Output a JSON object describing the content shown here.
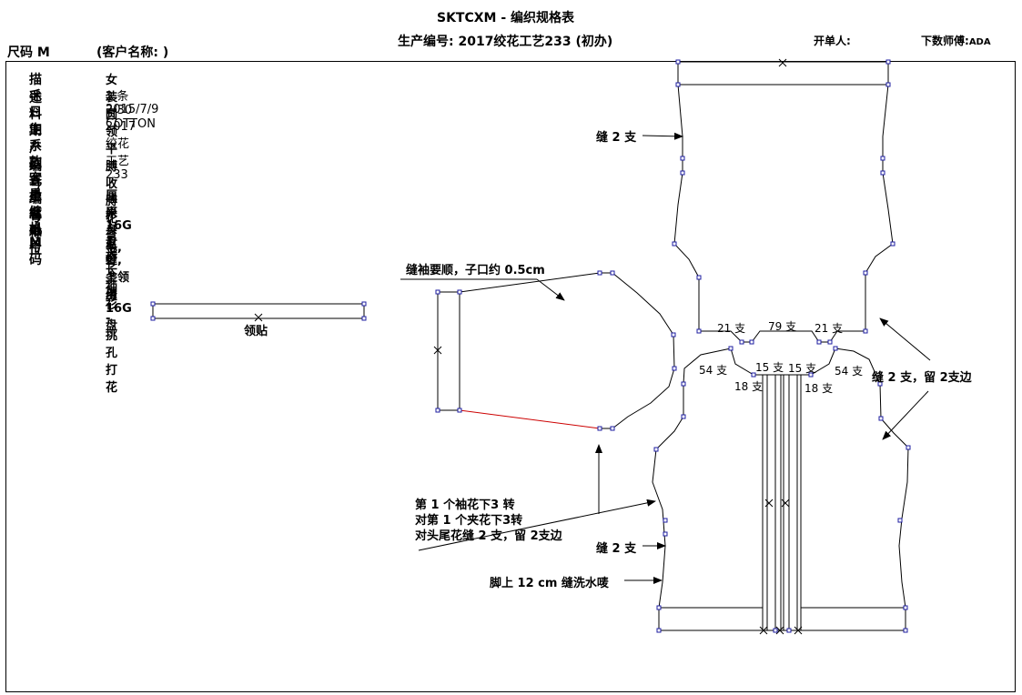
{
  "header": {
    "title": "SKTCXM - 编织规格表",
    "production_no": "生产编号: 2017绞花工艺233 (初办)",
    "size": "尺码 M",
    "customer": "(客户名称:               )",
    "issuer_label": "开单人:",
    "programmer_label": "下数师傅:",
    "programmer_name": "ADA"
  },
  "info": [
    {
      "label": "描述",
      "value": "女装圆领平膊收膊花弯夹长袖衫 - 挑孔打花"
    },
    {
      "label": "毛料",
      "value": "2 条 2/30 COTTON"
    },
    {
      "label": "日期",
      "value": "2015/7/9"
    },
    {
      "label": "生产编号",
      "value": "2017绞花工艺233"
    },
    {
      "label": "系列",
      "value": ""
    },
    {
      "label": "款式编号",
      "value": ""
    },
    {
      "label": "客户名称",
      "value": ""
    },
    {
      "label": "量度单位",
      "value": "厘米"
    },
    {
      "label": "缝毛",
      "value": "原身毛, 2 条缝"
    },
    {
      "label": "机号",
      "value": "16G 盘缝, 上领用16G 盘"
    },
    {
      "label": "M 码",
      "value": "1 打"
    }
  ],
  "diagram": {
    "collar_label": "领贴",
    "sleeve_note": "缝袖要顺，子口约 0.5cm",
    "seam_top": "缝 2 支",
    "seam_right": "缝 2 支，留 2支边",
    "seam_bottom": "缝 2 支",
    "hem_note": "脚上 12 cm 缝洗水唛",
    "notes_block": [
      "第 1 个袖花下3 转",
      "对第 1 个夹花下3转",
      "对头尾花缝 2 支，留 2支边"
    ],
    "dims": {
      "shoulder_left": "21 支",
      "neck": "79 支",
      "shoulder_right": "21 支",
      "armhole_left": "54 支",
      "placket_left": "15 支",
      "placket_right": "15 支",
      "armhole_right": "54 支",
      "bottom_left": "18 支",
      "bottom_right": "18 支"
    }
  },
  "colors": {
    "outline": "#000000",
    "point": "#1c1ca0",
    "accent": "#cc0000"
  }
}
